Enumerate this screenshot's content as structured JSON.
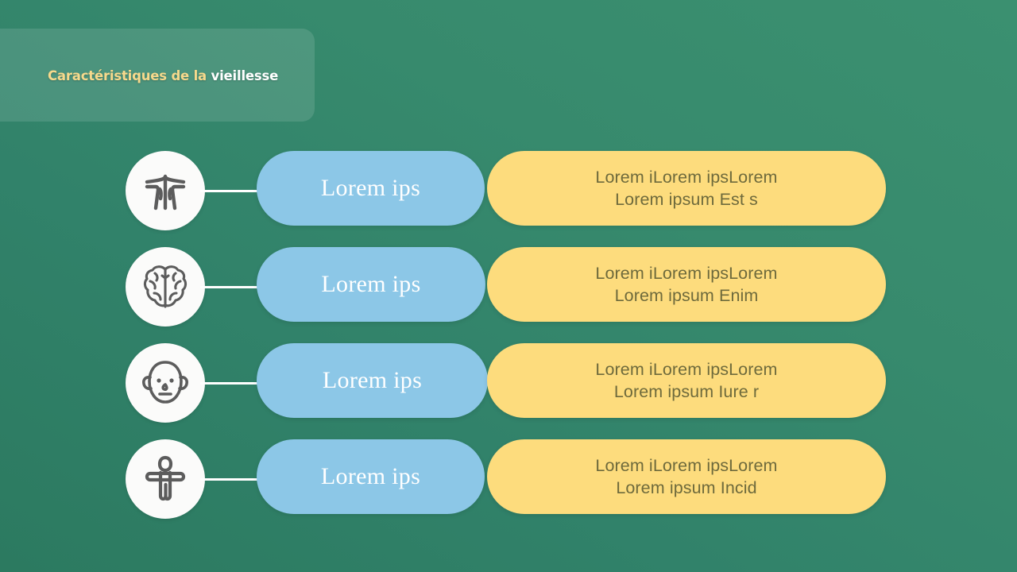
{
  "header": {
    "title_accent": "Caractéristiques de la ",
    "title_plain": "vieillesse"
  },
  "colors": {
    "background_from": "#2c7a60",
    "background_to": "#3b9070",
    "header_band": "rgba(255,255,255,0.12)",
    "title_accent": "#f6d98c",
    "title_plain": "#ffffff",
    "pill_blue": "#8cc7e7",
    "pill_blue_text": "#ffffff",
    "pill_yellow": "#fddc7d",
    "pill_yellow_text": "#6e6a3c",
    "icon_circle": "#fbfbfa",
    "icon_stroke": "#5c5c5c",
    "connector": "#ffffff"
  },
  "rows": [
    {
      "icon": "skeleton-ribcage-icon",
      "label": "Lorem ips",
      "description_line1": "Lorem iLorem ipsLorem",
      "description_line2": "Lorem ipsum Est s"
    },
    {
      "icon": "brain-icon",
      "label": "Lorem ips",
      "description_line1": "Lorem iLorem ipsLorem",
      "description_line2": "Lorem ipsum Enim"
    },
    {
      "icon": "bald-head-face-icon",
      "label": "Lorem ips",
      "description_line1": "Lorem iLorem ipsLorem",
      "description_line2": "Lorem ipsum Iure r"
    },
    {
      "icon": "human-body-figure-icon",
      "label": "Lorem ips",
      "description_line1": "Lorem iLorem ipsLorem",
      "description_line2": "Lorem ipsum Incid"
    }
  ]
}
